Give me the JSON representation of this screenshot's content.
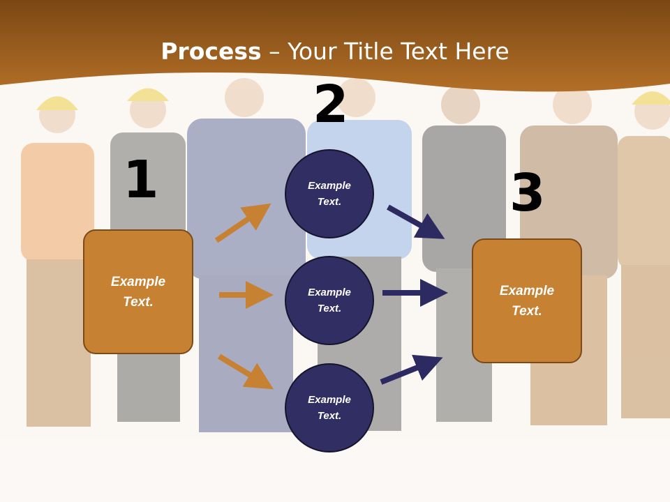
{
  "title": {
    "bold": "Process",
    "rest": " – Your Title Text Here"
  },
  "steps": [
    {
      "number": "1",
      "text_line1": "Example",
      "text_line2": "Text."
    },
    {
      "number": "2"
    },
    {
      "number": "3",
      "text_line1": "Example",
      "text_line2": "Text."
    }
  ],
  "circles": [
    {
      "line1": "Example",
      "line2": "Text."
    },
    {
      "line1": "Example",
      "line2": "Text."
    },
    {
      "line1": "Example",
      "line2": "Text."
    }
  ],
  "colors": {
    "header": "#9e5f1f",
    "box_fill": "#c68132",
    "circle_fill": "#312e63",
    "arrow_orange": "#c68132",
    "arrow_navy": "#2d2a62"
  }
}
